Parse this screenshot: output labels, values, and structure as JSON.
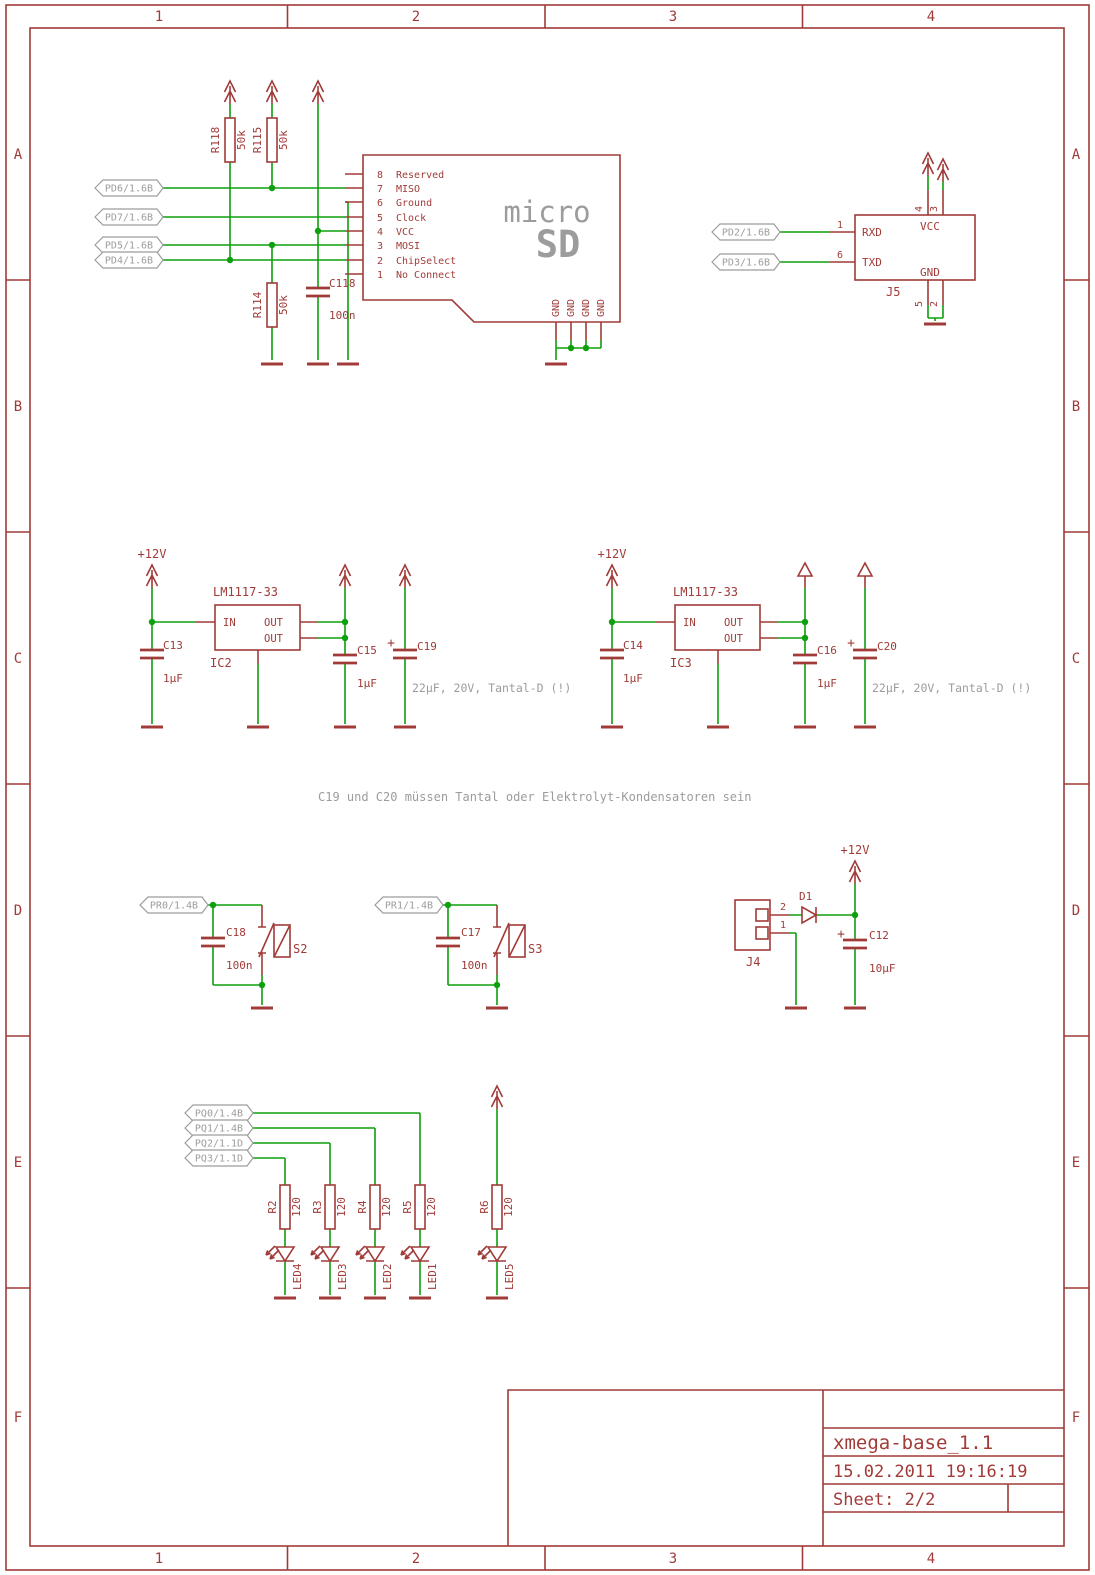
{
  "colors": {
    "symbol": "#a03b38",
    "wire": "#0da00d",
    "gray": "#9c9c9c",
    "background": "#ffffff"
  },
  "frame": {
    "columns": [
      "1",
      "2",
      "3",
      "4"
    ],
    "rows": [
      "A",
      "B",
      "C",
      "D",
      "E",
      "F"
    ]
  },
  "title_block": {
    "title": "xmega-base_1.1",
    "date": "15.02.2011 19:16:19",
    "sheet": "Sheet: 2/2"
  },
  "sd": {
    "flags": [
      "PD6/1.6B",
      "PD7/1.6B",
      "PD5/1.6B",
      "PD4/1.6B"
    ],
    "pins": [
      {
        "num": "8",
        "name": "Reserved"
      },
      {
        "num": "7",
        "name": "MISO"
      },
      {
        "num": "6",
        "name": "Ground"
      },
      {
        "num": "5",
        "name": "Clock"
      },
      {
        "num": "4",
        "name": "VCC"
      },
      {
        "num": "3",
        "name": "MOSI"
      },
      {
        "num": "2",
        "name": "ChipSelect"
      },
      {
        "num": "1",
        "name": "No Connect"
      }
    ],
    "gnd_pin": "GND",
    "logo_micro": "micro",
    "logo_sd": "SD",
    "r118": {
      "name": "R118",
      "value": "50k"
    },
    "r115": {
      "name": "R115",
      "value": "50k"
    },
    "r114": {
      "name": "R114",
      "value": "50k"
    },
    "c118": {
      "name": "C118",
      "value": "100n"
    }
  },
  "j5": {
    "ref": "J5",
    "flags": [
      "PD2/1.6B",
      "PD3/1.6B"
    ],
    "rxd": "RXD",
    "txd": "TXD",
    "vcc": "VCC",
    "gnd": "GND",
    "pin1": "1",
    "pin6": "6",
    "pin4": "4",
    "pin3": "3",
    "pin5": "5",
    "pin2": "2"
  },
  "reg1": {
    "supply": "+12V",
    "chip": "LM1117-33",
    "ref": "IC2",
    "pin_in": "IN",
    "pin_out1": "OUT",
    "pin_out2": "OUT",
    "cin": {
      "name": "C13",
      "value": "1µF"
    },
    "cout": {
      "name": "C15",
      "value": "1µF"
    },
    "cbulk": {
      "name": "C19",
      "plus": "+",
      "value": "22µF, 20V, Tantal-D (!)"
    }
  },
  "reg2": {
    "supply": "+12V",
    "chip": "LM1117-33",
    "ref": "IC3",
    "pin_in": "IN",
    "pin_out1": "OUT",
    "pin_out2": "OUT",
    "cin": {
      "name": "C14",
      "value": "1µF"
    },
    "cout": {
      "name": "C16",
      "value": "1µF"
    },
    "cbulk": {
      "name": "C20",
      "plus": "+",
      "value": "22µF, 20V, Tantal-D (!)"
    }
  },
  "note": "C19 und C20 müssen Tantal oder Elektrolyt-Kondensatoren sein",
  "sw1": {
    "flag": "PR0/1.4B",
    "cap": {
      "name": "C18",
      "value": "100n"
    },
    "ref": "S2"
  },
  "sw2": {
    "flag": "PR1/1.4B",
    "cap": {
      "name": "C17",
      "value": "100n"
    },
    "ref": "S3"
  },
  "pwr": {
    "ref": "J4",
    "pin2": "2",
    "pin1": "1",
    "diode": "D1",
    "supply": "+12V",
    "cap": {
      "name": "C12",
      "plus": "+",
      "value": "10µF"
    }
  },
  "leds": {
    "flags": [
      "PQ0/1.4B",
      "PQ1/1.4B",
      "PQ2/1.1D",
      "PQ3/1.1D"
    ],
    "resistors": [
      {
        "name": "R2",
        "value": "120"
      },
      {
        "name": "R3",
        "value": "120"
      },
      {
        "name": "R4",
        "value": "120"
      },
      {
        "name": "R5",
        "value": "120"
      },
      {
        "name": "R6",
        "value": "120"
      }
    ],
    "names": [
      "LED4",
      "LED3",
      "LED2",
      "LED1",
      "LED5"
    ]
  }
}
